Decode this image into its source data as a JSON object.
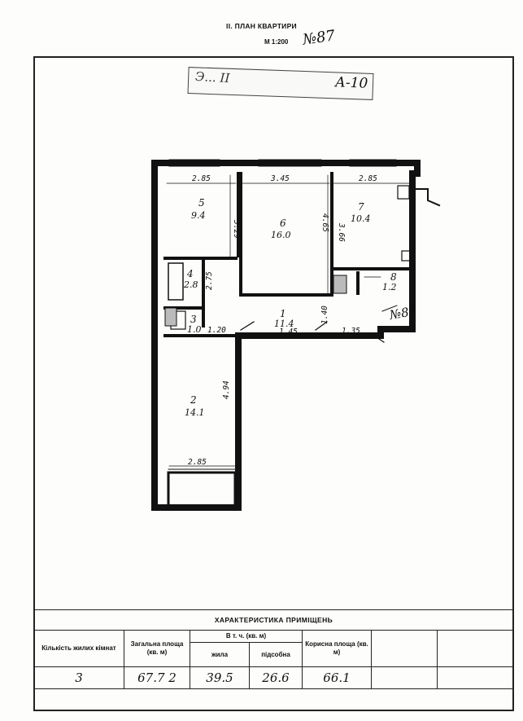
{
  "header": {
    "title": "II. ПЛАН КВАРТИРИ",
    "scale": "М 1:200",
    "apartment_no_handwritten": "№87"
  },
  "stamp": {
    "left_text": "Э... ІІ",
    "right_text": "А-10"
  },
  "plan": {
    "rooms": [
      {
        "no": "1",
        "area": "11.4"
      },
      {
        "no": "2",
        "area": "14.1"
      },
      {
        "no": "3",
        "area": "1.0"
      },
      {
        "no": "4",
        "area": "2.8"
      },
      {
        "no": "5",
        "area": "9.4"
      },
      {
        "no": "6",
        "area": "16.0"
      },
      {
        "no": "7",
        "area": "10.4"
      },
      {
        "no": "8",
        "area": "1.2"
      }
    ],
    "dimensions": [
      "2.85",
      "3.45",
      "2.85",
      "3.29",
      "4.65",
      "3.66",
      "2.75",
      "1.20",
      "1.45",
      "1.40",
      "1.35",
      "4.94",
      "2.85"
    ],
    "apartment_label": "№87"
  },
  "table": {
    "caption": "ХАРАКТЕРИСТИКА ПРИМІЩЕНЬ",
    "headers": {
      "rooms_count": "Кількість жилих кімнат",
      "total_area": "Загальна площа (кв. м)",
      "incl": "В т. ч. (кв. м)",
      "living": "жила",
      "auxiliary": "підсобна",
      "useful_area": "Корисна площа (кв. м)"
    },
    "values": {
      "rooms_count": "3",
      "total_area": "67.7 2",
      "living": "39.5",
      "auxiliary": "26.6",
      "useful_area": "66.1"
    }
  }
}
